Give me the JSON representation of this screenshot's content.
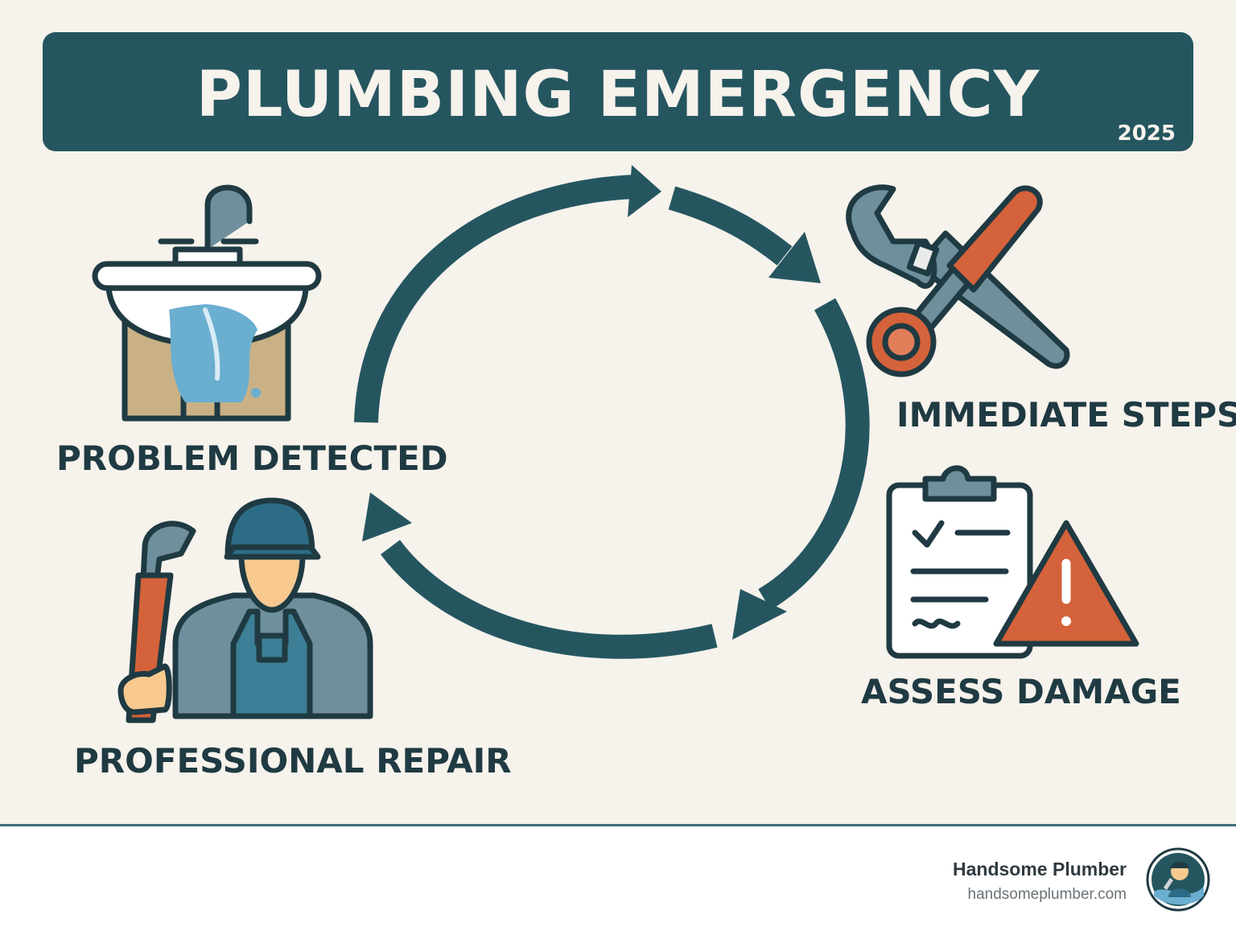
{
  "header": {
    "title": "PLUMBING EMERGENCY LIFECYCLE",
    "year": "2025"
  },
  "steps": [
    {
      "label": "PROBLEM DETECTED",
      "icon": "leaking-sink-icon"
    },
    {
      "label": "IMMEDIATE STEPS",
      "icon": "wrench-screwdriver-icon"
    },
    {
      "label": "ASSESS DAMAGE",
      "icon": "clipboard-warning-icon"
    },
    {
      "label": "PROFESSIONAL REPAIR",
      "icon": "plumber-icon"
    }
  ],
  "footer": {
    "brand": "Handsome Plumber",
    "url": "handsomeplumber.com"
  },
  "colors": {
    "primary": "#255660",
    "background": "#f6f2ec",
    "accent": "#d4623a",
    "water": "#6aaed0",
    "steel": "#6f8f9c",
    "cabinet": "#c9b185",
    "outline": "#1f3a42"
  }
}
